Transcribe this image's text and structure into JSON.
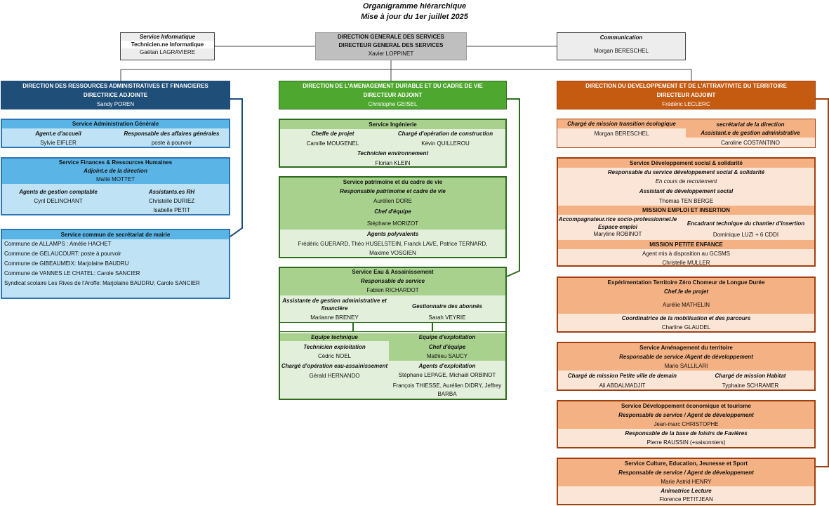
{
  "title": {
    "line1": "Organigramme hiérarchique",
    "line2": "Mise à jour du 1er juillet 2025"
  },
  "top": {
    "informatique": {
      "service": "Service Informatique",
      "role": "Technicien.ne Informatique",
      "person": "Gaëtan LAGRAVIERE"
    },
    "dgs": {
      "line1": "DIRECTION GENERALE DES SERVICES",
      "line2": "DIRECTEUR GENERAL DES SERVICES",
      "person": "Xavier LOPPINET"
    },
    "communication": {
      "service": "Communication",
      "person": "Morgan BERESCHEL"
    }
  },
  "draf": {
    "header": {
      "line1": "DIRECTION DES RESSOURCES ADMINISTRATIVES ET FINANCIERES",
      "line2": "DIRECTRICE ADJOINTE",
      "person": "Sandy POREN"
    },
    "admin": {
      "title": "Service Administration Générale",
      "r1": "Agent.e d'accueil",
      "r2": "Responsable des affaires générales",
      "p1": "Sylvie EIFLER",
      "p2": "poste à pourvoir"
    },
    "finances": {
      "title": "Service Finances & Ressources Humaines",
      "adj": "Adjoint.e de la direction",
      "adj_p": "Maïté MOTTET",
      "r1": "Agents de gestion comptable",
      "r2": "Assistants.es RH",
      "p1": "Cyril DELINCHANT",
      "p2a": "Christelle DURIEZ",
      "p2b": "Isabelle PETIT"
    },
    "mairie": {
      "title": "Service commun de secrétariat de mairie",
      "lines": [
        "Commune de ALLAMPS : Amélie HACHET",
        "Commune de GELAUCOURT: poste à pourvoir",
        "Commune de GIBEAUMEIX: Marjolaine BAUDRU",
        "Commune de VANNES LE CHATEL: Carole SANCIER",
        "Syndicat scolaire Les Rives de l'Aroffe: Marjolaine BAUDRU; Carole SANCIER"
      ]
    }
  },
  "dadcv": {
    "header": {
      "line1": "DIRECTION DE L'AMENAGEMENT DURABLE ET DU CADRE DE VIE",
      "line2": "DIRECTEUR ADJOINT",
      "person": "Christophe GEISEL"
    },
    "ingenierie": {
      "title": "Service Ingénierie",
      "r1": "Cheffe de projet",
      "r2": "Chargé d'opération de construction",
      "p1": "Camille MOUGENEL",
      "p2": "Kévin QUILLEROU",
      "r3": "Technicien environnement",
      "p3": "Florian KLEIN"
    },
    "patrimoine": {
      "title": "Service patrimoine et du cadre de vie",
      "r1": "Responsable patrimoine et cadre de vie",
      "p1": "Aurélien DORE",
      "r2": "Chef d'équipe",
      "p2": "Stéphane MORIZOT",
      "r3": "Agents polyvalents",
      "p3a": "Frédéric GUERARD, Théo HUSELSTEIN, Franck LAVE, Patrice TERNARD,",
      "p3b": "Maxime VOSGIEN"
    },
    "eau": {
      "title": "Service Eau & Assainissement",
      "r1": "Responsable de service",
      "p1": "Fabien RICHARDOT",
      "r2a": "Assistante de gestion administrative et",
      "r2b": "financière",
      "p2": "Marianne BRENEY",
      "r3": "Gestionnaire des abonnés",
      "p3": "Sarah VEYRIE",
      "eq_tech": "Equipe technique",
      "eq_expl": "Equipe d'exploitation",
      "r4": "Technicien exploitation",
      "p4": "Cédric NOEL",
      "r5": "Chargé d'opération eau-assainissement",
      "p5": "Gérald HERNANDO",
      "r6": "Chef d'équipe",
      "p6": "Mathieu SAUCY",
      "r7": "Agents d'exploitation",
      "p7a": "Stéphane LEPAGE, Michaël ORBINOT",
      "p7b": "François THIESSE, Aurélien DIDRY, Jeffrey",
      "p7c": "BARBA"
    }
  },
  "ddat": {
    "header": {
      "line1": "DIRECTION DU DEVELOPPEMENT ET DE L'ATTRAVTIVITE DU TERRITOIRE",
      "line2": "DIRECTEUR ADJOINT",
      "person": "Frédéric LECLERC"
    },
    "top": {
      "r1": "Chargé de mission transition écologique",
      "p1": "Morgan BERESCHEL",
      "r2a": "secrétariat de la direction",
      "r2b": "Assistant.e de gestion administrative",
      "p2": "Caroline COSTANTINO"
    },
    "social": {
      "title": "Service Développement social & solidarité",
      "r1": "Responsable du service développement social & solidarité",
      "p1": "En cours de recrutement",
      "r2": "Assistant de développement social",
      "p2": "Thomas TEN BERGE",
      "m1": "MISSION EMPLOI ET INSERTION",
      "r3a": "Accompagnateur.rice socio-professionnel.le -",
      "r3b": "Espace emploi",
      "p3": "Maryline ROBINOT",
      "r4": "Encadrant technique du chantier d'insertion",
      "p4": "Dominique LUZI + 6 CDDI",
      "m2": "MISSION PETITE ENFANCE",
      "r5": "Agent mis à disposition au GCSMS",
      "p5": "Christelle MULLER"
    },
    "tzcld": {
      "title": "Expérimentation Territoire Zéro Chomeur de Longue Durée",
      "r1": "Chef.fe de projet",
      "p1": "Aurélie MATHELIN",
      "r2": "Coordinatrice de la mobilisation et des parcours",
      "p2": "Charline GLAUDEL"
    },
    "amenagement": {
      "title": "Service Aménagement du territoire",
      "r1": "Responsable de service /Agent de développement",
      "p1": "Mario SALLILARI",
      "r2": "Chargé de mission Petite ville de demain",
      "p2": "Ali ABDALMADJIT",
      "r3": "Chargé de mission Habitat",
      "p3": "Typhaine SCHRAMER"
    },
    "eco": {
      "title": "Service Développement économique et tourisme",
      "r1": "Responsable de service / Agent de développement",
      "p1": "Jean-marc CHRISTOPHE",
      "r2": "Responsable de la base de loisirs de Favières",
      "p2": "Pierre RAUSSIN (+saisonniers)"
    },
    "culture": {
      "title": "Service Culture, Education, Jeunesse et Sport",
      "r1": "Responsable de service / Agent de développement",
      "p1": "Marie Astrid HENRY",
      "r2": "Animatrice Lecture",
      "p2": "Florence PETITJEAN"
    }
  },
  "colors": {
    "blue_dark": "#1f4e79",
    "blue": "#2e75b6",
    "blue_mid": "#5ab4e6",
    "blue_light": "#bfe2f5",
    "green_dark": "#2d6a1e",
    "green": "#4ea72e",
    "green_mid": "#a9d18e",
    "green_light": "#e2efda",
    "orange_dark": "#a0400f",
    "orange": "#c55a11",
    "orange_mid": "#f4b183",
    "orange_light": "#fbe5d6",
    "grey": "#bfbfbf",
    "grey_light": "#ededed"
  }
}
